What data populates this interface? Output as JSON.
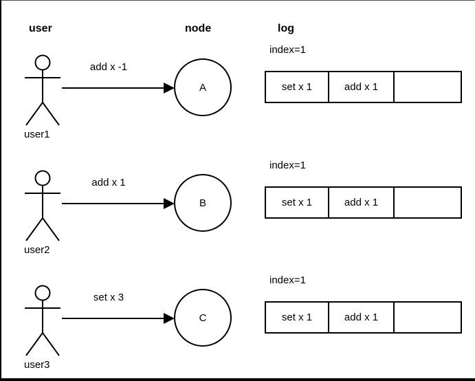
{
  "colors": {
    "stroke": "#000000",
    "background": "#ffffff"
  },
  "headers": {
    "user": "user",
    "node": "node",
    "log": "log"
  },
  "rows": [
    {
      "user": "user1",
      "message": "add x -1",
      "node": "A",
      "log_index": "index=1",
      "cells": [
        "set x 1",
        "add x 1",
        ""
      ]
    },
    {
      "user": "user2",
      "message": "add x 1",
      "node": "B",
      "log_index": "index=1",
      "cells": [
        "set x 1",
        "add x 1",
        ""
      ]
    },
    {
      "user": "user3",
      "message": "set x 3",
      "node": "C",
      "log_index": "index=1",
      "cells": [
        "set x 1",
        "add x 1",
        ""
      ]
    }
  ]
}
